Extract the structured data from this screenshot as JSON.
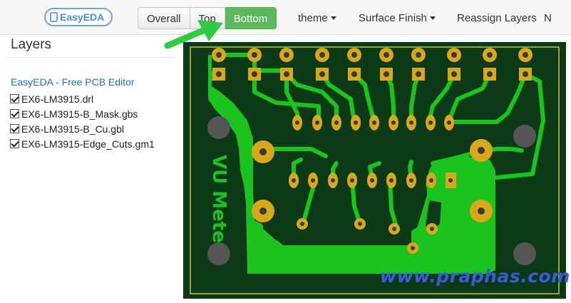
{
  "app": {
    "logo_text": "EasyEDA"
  },
  "toolbar": {
    "view_buttons": [
      "Overall",
      "Top",
      "Bottom"
    ],
    "active_view": "Bottom",
    "menus": [
      "theme",
      "Surface Finish",
      "Reassign Layers",
      "N"
    ]
  },
  "sidebar": {
    "title": "Layers",
    "editor_link": "EasyEDA - Free PCB Editor",
    "layers": [
      {
        "name": "EX6-LM3915.drl",
        "checked": true
      },
      {
        "name": "EX6-LM3915-B_Mask.gbs",
        "checked": true
      },
      {
        "name": "EX6-LM3915-B_Cu.gbl",
        "checked": true
      },
      {
        "name": "EX6-LM3915-Edge_Cuts.gm1",
        "checked": true
      }
    ]
  },
  "board": {
    "silkscreen_text": "VU Meter",
    "watermark": "www.praphas.com",
    "colors": {
      "substrate": "#0d3a16",
      "copper": "#1ac31e",
      "pad": "#d9a81a",
      "hole": "#555555",
      "accent_arrow": "#2ecc40"
    }
  }
}
